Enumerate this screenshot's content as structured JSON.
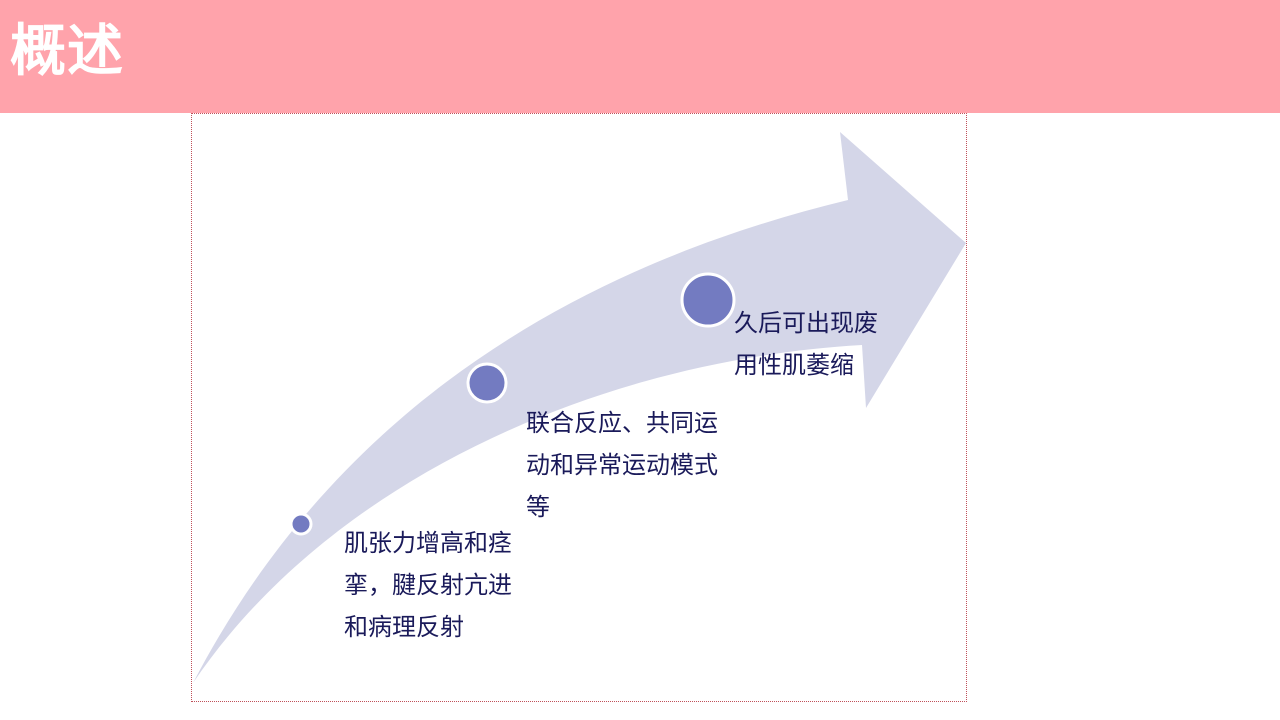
{
  "header": {
    "title": "概述",
    "background_color": "#ffa3ab"
  },
  "diagram": {
    "arrow_color": "#d4d6e8",
    "node_color": "#737bc1",
    "text_color": "#1a1a5a",
    "stages": [
      {
        "lines": [
          "肌张力增高和痉",
          "挛，腱反射亢进",
          "和病理反射"
        ]
      },
      {
        "lines": [
          "联合反应、共同运",
          "动和异常运动模式",
          "等"
        ]
      },
      {
        "lines": [
          "久后可出现废",
          "用性肌萎缩"
        ]
      }
    ]
  }
}
